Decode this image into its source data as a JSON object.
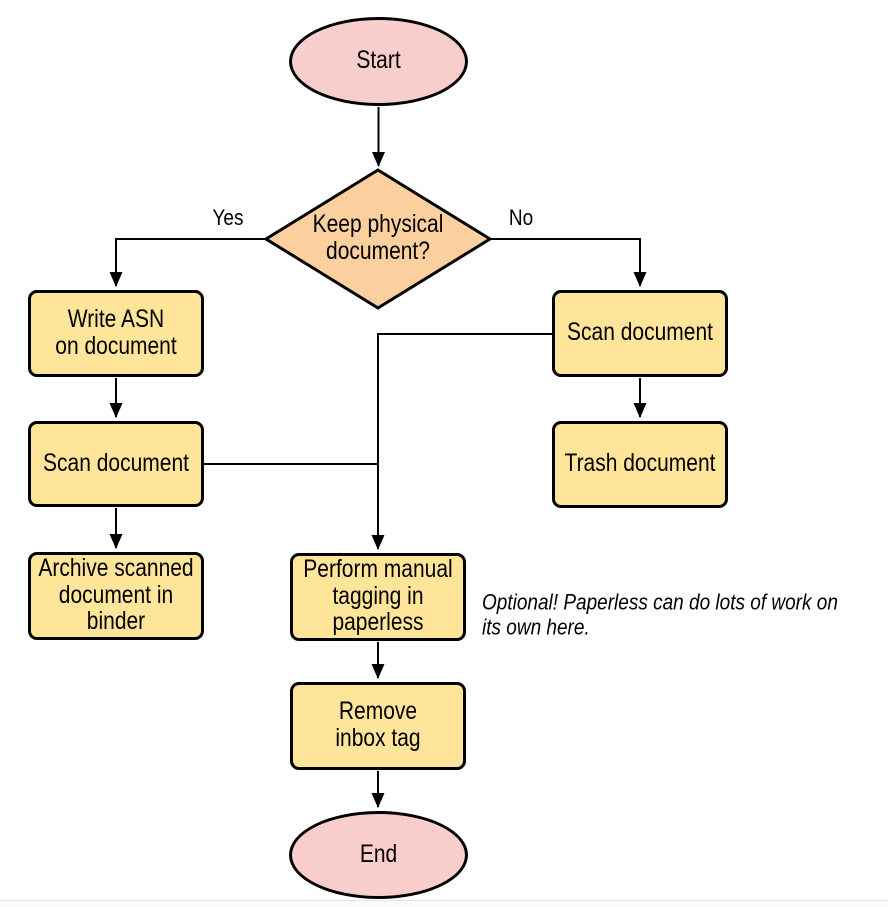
{
  "diagram": {
    "title_hint": "Document scanning workflow flowchart",
    "nodes": {
      "start": {
        "label": "Start"
      },
      "decision": {
        "label": "Keep physical\ndocument?"
      },
      "write_asn": {
        "label": "Write ASN\non document"
      },
      "scan_left": {
        "label": "Scan document"
      },
      "archive": {
        "label": "Archive scanned\ndocument in\nbinder"
      },
      "scan_right": {
        "label": "Scan document"
      },
      "trash": {
        "label": "Trash document"
      },
      "tagging": {
        "label": "Perform manual\ntagging in\npaperless"
      },
      "remove_tag": {
        "label": "Remove\ninbox tag"
      },
      "end": {
        "label": "End"
      }
    },
    "edge_labels": {
      "yes": "Yes",
      "no": "No"
    },
    "annotation": "Optional! Paperless can do lots of work on\nits own here.",
    "colors": {
      "terminal_fill": "#f8cecc",
      "decision_fill": "#fccf9e",
      "process_fill": "#ffe599",
      "border": "#000000",
      "connector": "#000000",
      "text": "#000000",
      "bottom_divider": "#e4e4e4"
    }
  }
}
